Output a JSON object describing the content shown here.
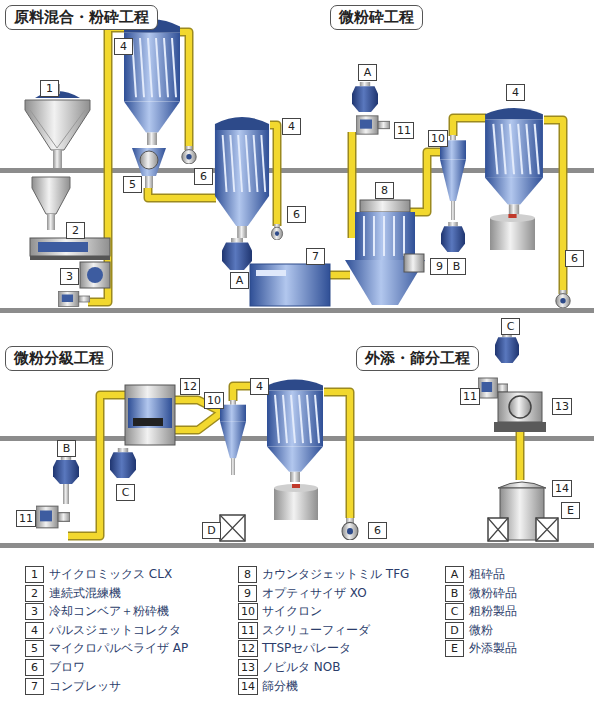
{
  "diagram": {
    "nodes": [
      {
        "text": [
          "原料混合・粉砕工程"
        ]
      },
      {
        "text": [
          "微粉砕工程"
        ]
      },
      {
        "text": [
          "微粉分級工程"
        ]
      },
      {
        "text": [
          "外添・篩分工程"
        ]
      }
    ],
    "labels": [
      "1",
      "4",
      "2",
      "3",
      "5",
      "6",
      "4",
      "6",
      "A",
      "7",
      "A",
      "11",
      "8",
      "10",
      "4",
      "9",
      "B",
      "6",
      "B",
      "11",
      "12",
      "C",
      "10",
      "4",
      "D",
      "6",
      "C",
      "11",
      "13",
      "14",
      "E",
      "1",
      "2",
      "3",
      "4",
      "5",
      "6",
      "7",
      "8",
      "9",
      "10",
      "11",
      "12",
      "13",
      "14",
      "A",
      "B",
      "C",
      "D",
      "E"
    ],
    "legend": [
      {
        "text": "サイクロミックス CLX"
      },
      {
        "text": "連続式混練機"
      },
      {
        "text": "冷却コンベア＋粉砕機"
      },
      {
        "text": "パルスジェットコレクタ"
      },
      {
        "text": "マイクロパルベライザ AP"
      },
      {
        "text": "ブロワ"
      },
      {
        "text": "コンプレッサ"
      },
      {
        "text": "カウンタジェットミル TFG"
      },
      {
        "text": "オプティサイザ XO"
      },
      {
        "text": "サイクロン"
      },
      {
        "text": "スクリューフィーダ"
      },
      {
        "text": "TTSPセパレータ"
      },
      {
        "text": "ノビルタ NOB"
      },
      {
        "text": "篩分機"
      },
      {
        "text": "粗砕品"
      },
      {
        "text": "微粉砕品"
      },
      {
        "text": "粗粉製品"
      },
      {
        "text": "微粉"
      },
      {
        "text": "外添製品"
      }
    ]
  }
}
